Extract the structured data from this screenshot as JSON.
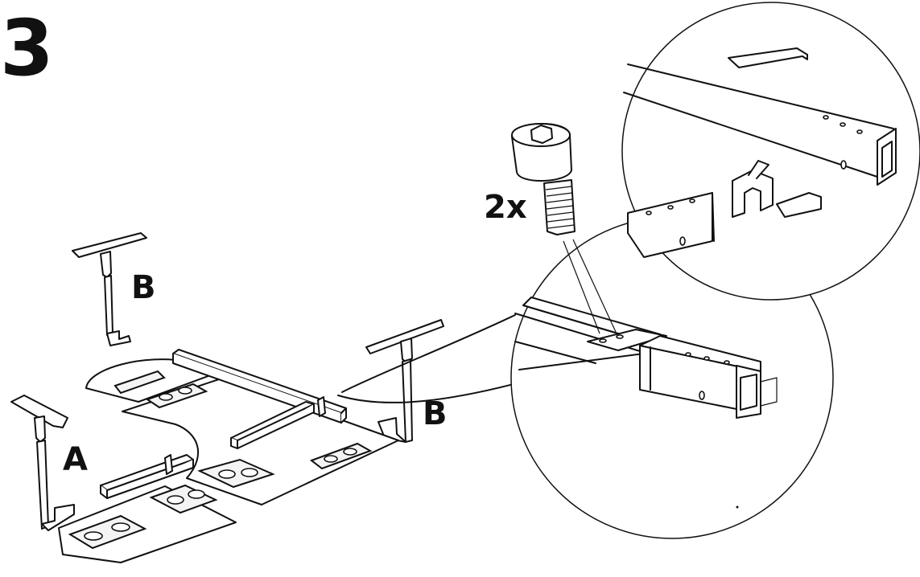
{
  "step": {
    "number": "3"
  },
  "labels": {
    "leg_b_left": "B",
    "leg_b_right": "B",
    "leg_a": "A",
    "screw_quantity": "2x"
  },
  "icons": [
    "hex-socket-screw-icon"
  ],
  "colors": {
    "line": "#111111",
    "background": "#ffffff"
  }
}
